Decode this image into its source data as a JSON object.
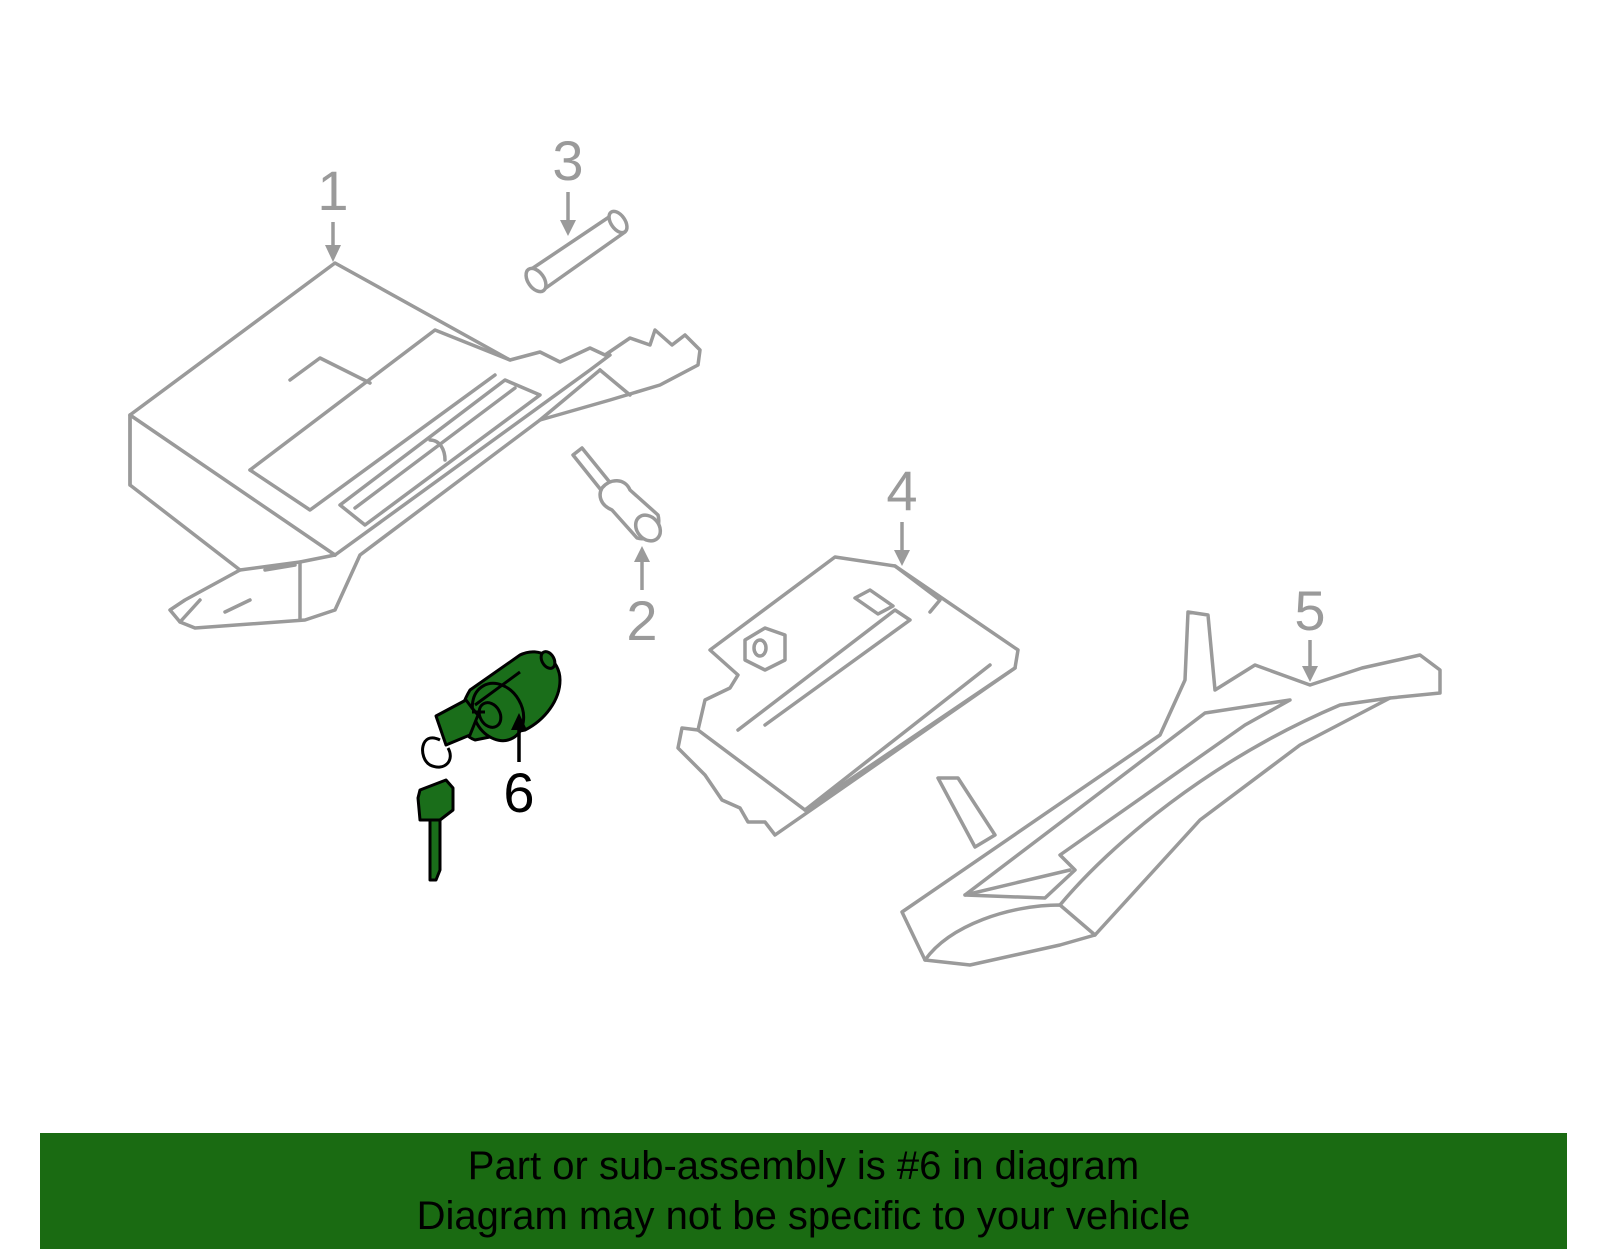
{
  "callouts": {
    "c1": "1",
    "c2": "2",
    "c3": "3",
    "c4": "4",
    "c5": "5",
    "c6": "6"
  },
  "colors": {
    "banner": "#1a6b12",
    "highlight_part": "#1a6e1a",
    "other_parts": "#9a9a9a"
  },
  "banner": {
    "line1": "Part or sub-assembly is #6 in diagram",
    "line2": "Diagram may not be specific to your vehicle"
  }
}
